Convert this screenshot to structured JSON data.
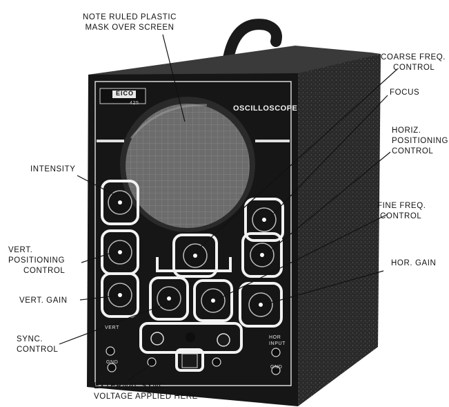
{
  "callouts": {
    "mask": [
      "NOTE RULED PLASTIC",
      "MASK OVER SCREEN"
    ],
    "coarse_freq": [
      "COARSE FREQ.",
      "CONTROL"
    ],
    "focus": [
      "FOCUS"
    ],
    "horiz_positioning": [
      "HORIZ.",
      "POSITIONING",
      "CONTROL"
    ],
    "intensity": [
      "INTENSITY"
    ],
    "fine_freq": [
      "FINE FREQ.",
      "CONTROL"
    ],
    "vert_positioning": [
      "VERT.",
      "POSITIONING",
      "CONTROL"
    ],
    "hor_gain": [
      "HOR. GAIN"
    ],
    "vert_gain": [
      "VERT. GAIN"
    ],
    "sync_control": [
      "SYNC.",
      "CONTROL"
    ],
    "external_sync": [
      "EXTERNAL SYNC.",
      "VOLTAGE APPLIED HERE"
    ]
  },
  "panel": {
    "brand": "EICO",
    "model": "425",
    "title": "OSCILLOSCOPE",
    "hor_input": [
      "HOR",
      "INPUT"
    ],
    "gnd_left": "GND",
    "gnd_right": "GND",
    "vert": "VERT"
  },
  "colors": {
    "cabinet": "#1a1a1a",
    "cabinet_side": "#2b2b2b",
    "panel_outline": "#f2f2f2",
    "screen": "#6e6e6e",
    "ink": "#111111"
  }
}
